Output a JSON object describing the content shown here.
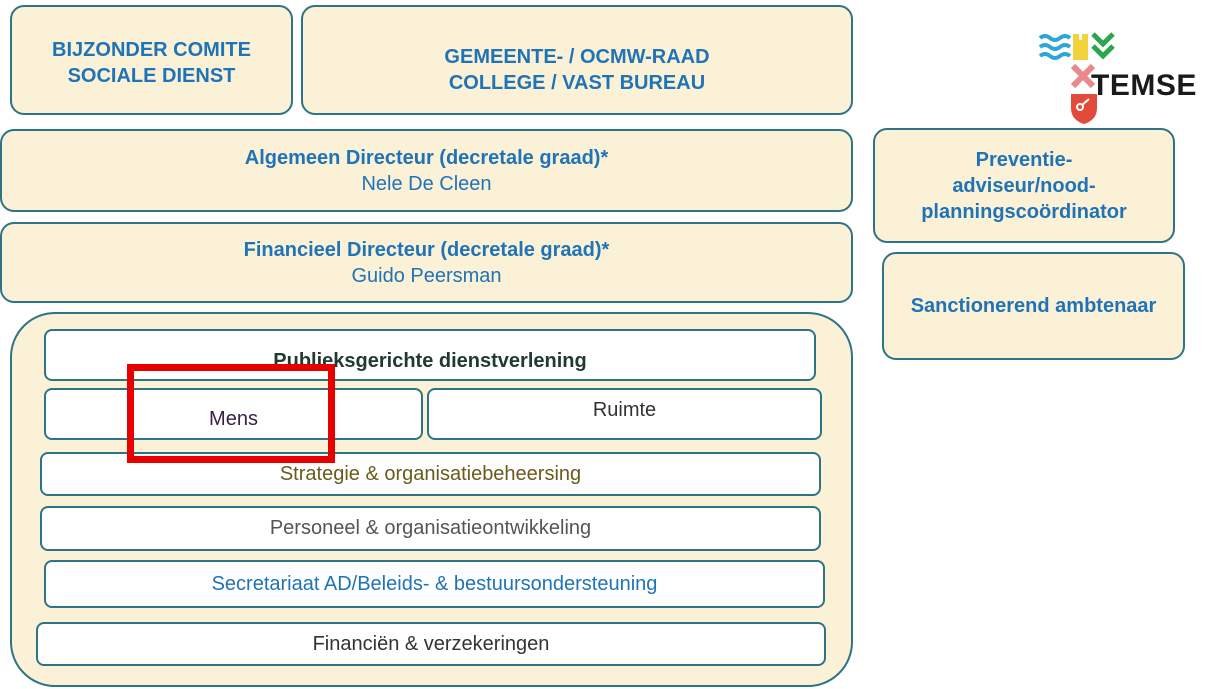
{
  "top_boxes": {
    "bijzonder_line1": "BIJZONDER COMITE",
    "bijzonder_line2": "SOCIALE DIENST",
    "gemeente_line1": "GEMEENTE- / OCMW-RAAD",
    "gemeente_line2": "COLLEGE / VAST BUREAU"
  },
  "directors": {
    "algemeen_title": "Algemeen Directeur (decretale graad)*",
    "algemeen_name": "Nele De Cleen",
    "financieel_title": "Financieel Directeur (decretale graad)*",
    "financieel_name": "Guido Peersman"
  },
  "side_boxes": {
    "preventie_line1": "Preventie-",
    "preventie_line2": "adviseur/nood-",
    "preventie_line3": "planningscoördinator",
    "sanctionerend": "Sanctionerend ambtenaar"
  },
  "departments": {
    "publiek": "Publieksgerichte dienstverlening",
    "mens": "Mens",
    "ruimte": "Ruimte",
    "strategie": "Strategie & organisatiebeheersing",
    "personeel": "Personeel & organisatieontwikkeling",
    "secretariaat": "Secretariaat AD/Beleids- & bestuursondersteuning",
    "financien": "Financiën & verzekeringen"
  },
  "logo": {
    "text": "TEMSE"
  },
  "colors": {
    "box_fill": "#fbf1d7",
    "box_border": "#2e7486",
    "title_blue": "#1f73b7",
    "highlight_red": "#e60000"
  }
}
